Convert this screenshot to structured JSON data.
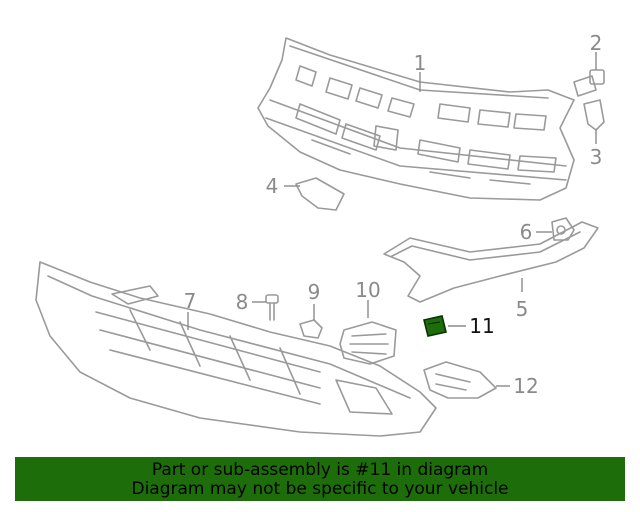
{
  "callouts": {
    "c1": "1",
    "c2": "2",
    "c3": "3",
    "c4": "4",
    "c5": "5",
    "c6": "6",
    "c7": "7",
    "c8": "8",
    "c9": "9",
    "c10": "10",
    "c11": "11",
    "c12": "12"
  },
  "highlighted_part": "11",
  "colors": {
    "line": "#9a9a9a",
    "highlight": "#1d6e0b",
    "banner_bg": "#1d6e0b"
  },
  "banner": {
    "line1": "Part or sub-assembly is #11 in diagram",
    "line2": "Diagram may not be specific to your vehicle"
  }
}
